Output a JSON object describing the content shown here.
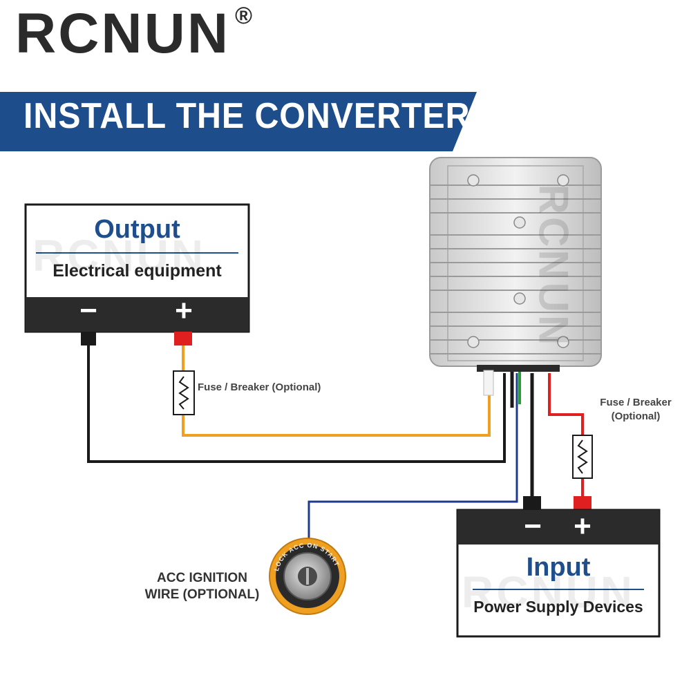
{
  "brand": {
    "name": "RCNUN",
    "registered": "®"
  },
  "banner": {
    "title": "INSTALL THE CONVERTER",
    "color": "#1e4d8c"
  },
  "output_box": {
    "title": "Output",
    "subtitle": "Electrical equipment",
    "watermark": "RCNUN",
    "minus": "−",
    "plus": "+"
  },
  "input_box": {
    "title": "Input",
    "subtitle": "Power Supply Devices",
    "watermark": "RCNUN",
    "minus": "−",
    "plus": "+"
  },
  "fuse_output": {
    "label": "Fuse / Breaker (Optional)"
  },
  "fuse_input": {
    "line1": "Fuse / Breaker",
    "line2": "(Optional)"
  },
  "ignition": {
    "line1": "ACC IGNITION",
    "line2": "WIRE (OPTIONAL)",
    "key_ring_text": "LOCK ACC ON START"
  },
  "converter": {
    "watermark": "RCNUN"
  },
  "wire_colors": {
    "output_positive": "#f0a020",
    "ground": "#1a1a1a",
    "ignition": "#1f3a8a",
    "input_positive": "#e02020",
    "control": "#2a9a3a",
    "terminal_red": "#e02020"
  }
}
